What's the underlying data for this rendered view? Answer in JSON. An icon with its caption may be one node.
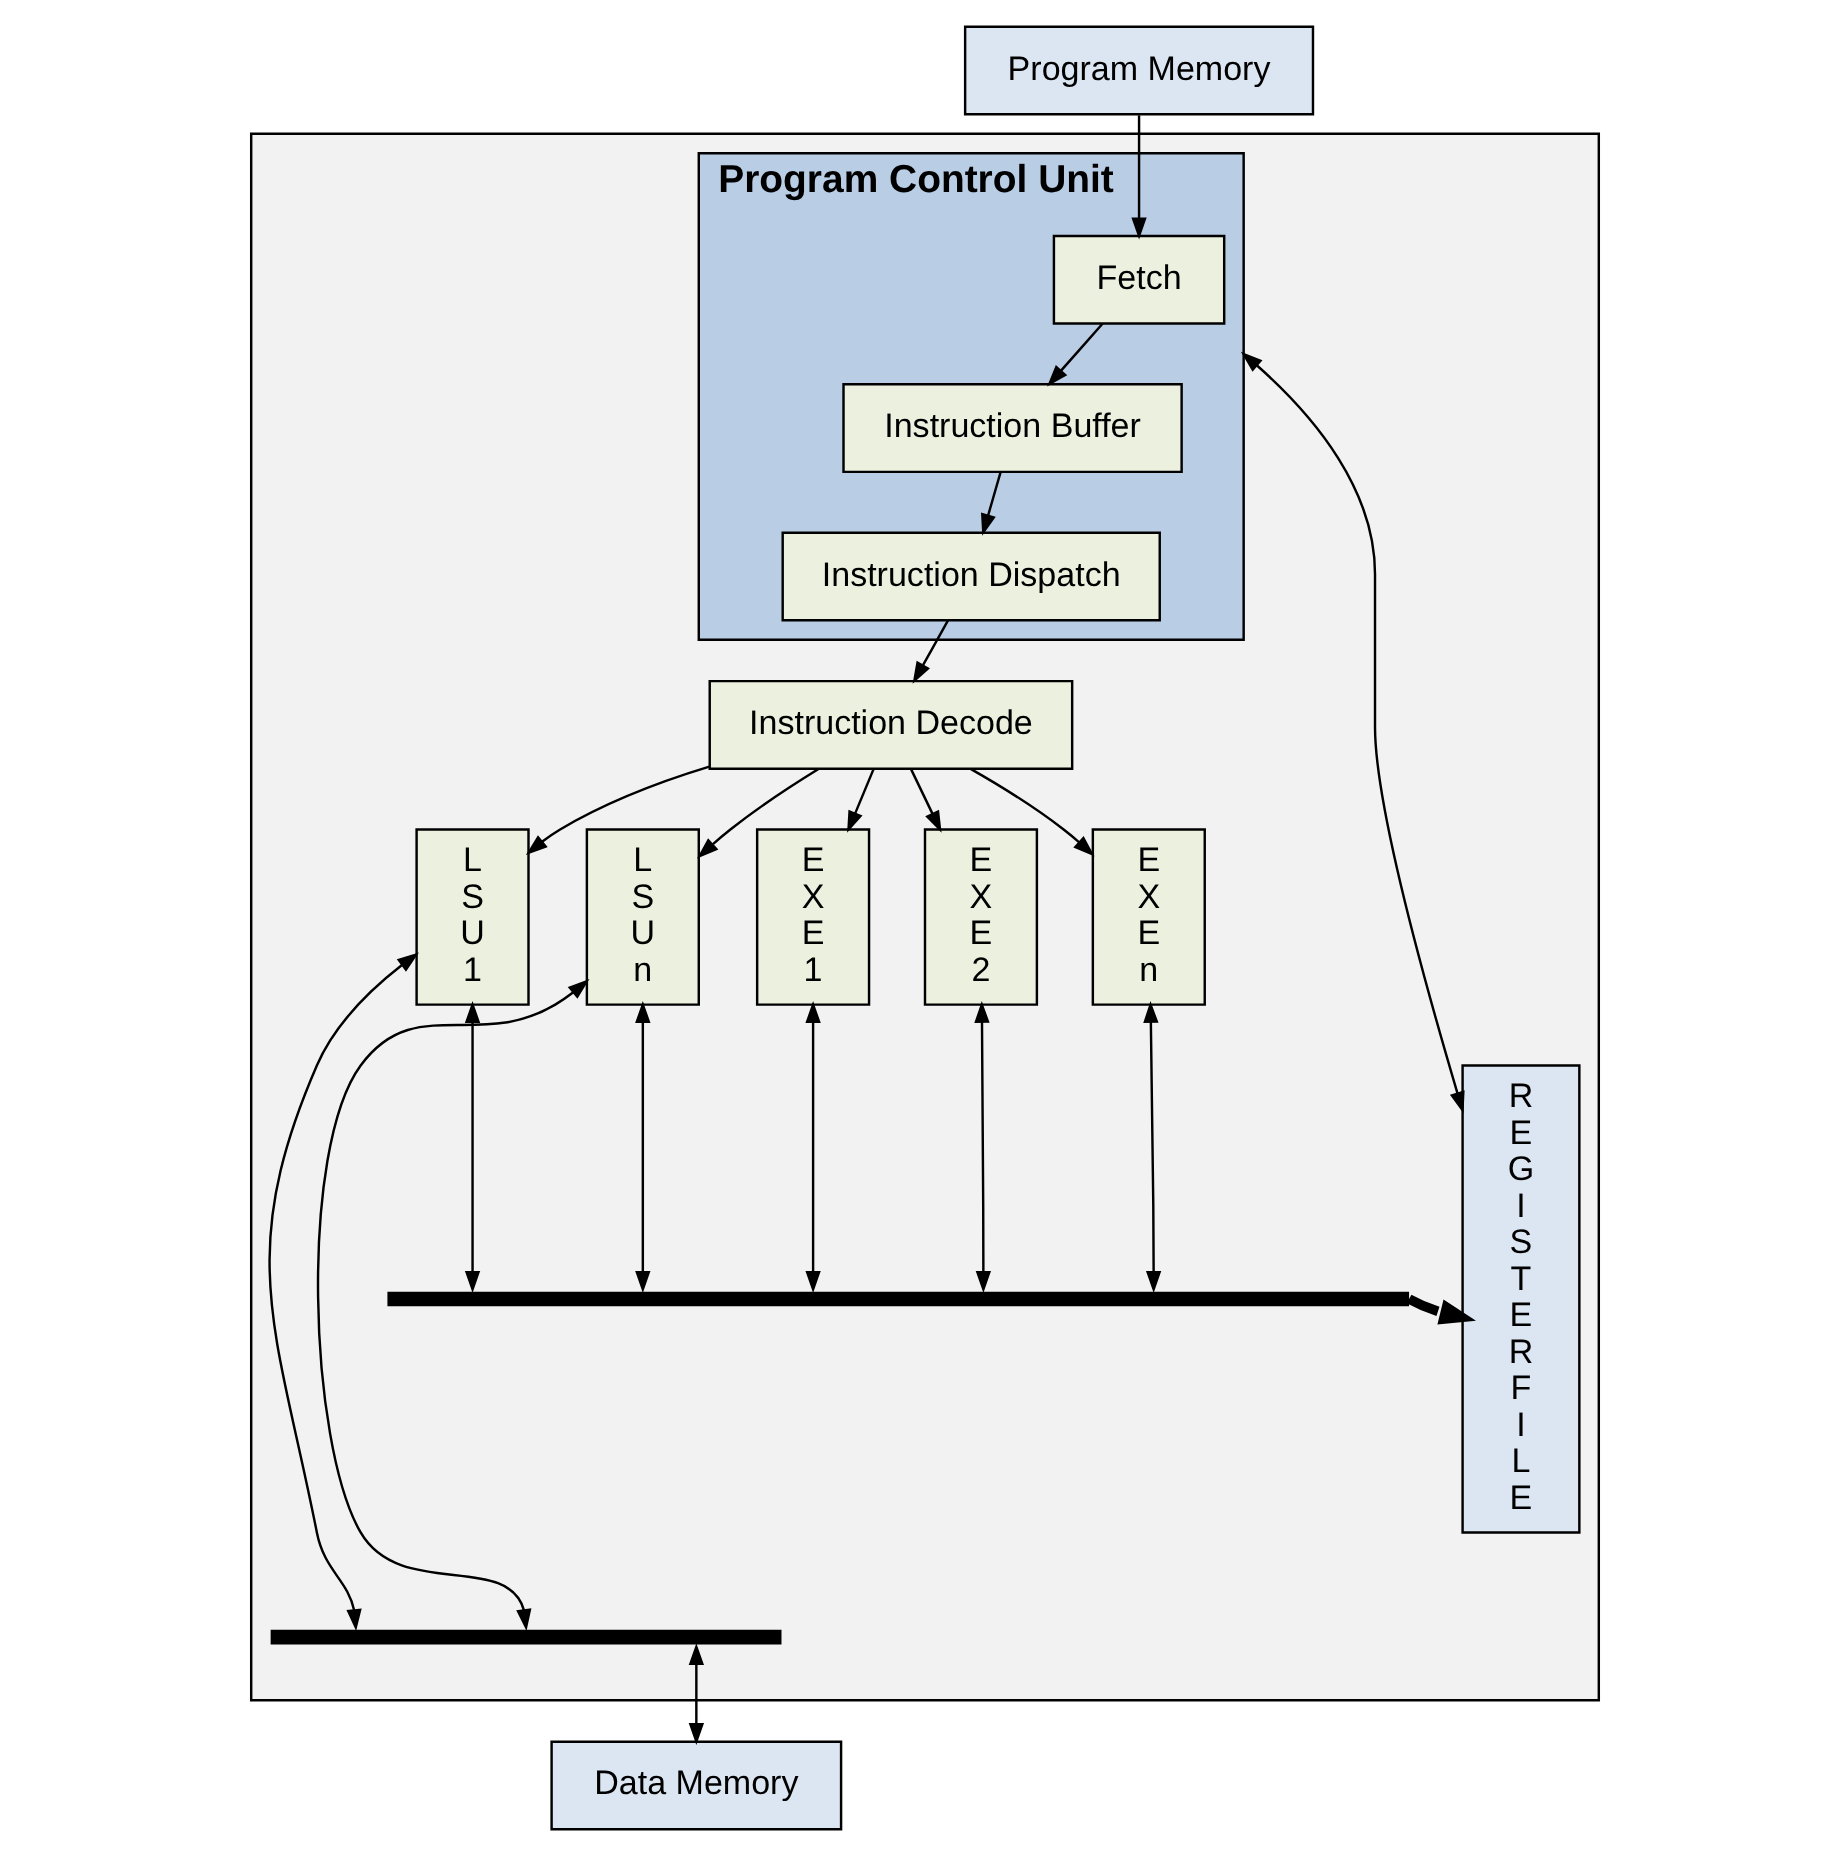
{
  "diagram": {
    "nodes": [
      {
        "text": [
          "Program Memory"
        ]
      },
      {
        "text": [],
        "shape": "box"
      },
      {
        "text": [
          "Program Control Unit"
        ],
        "in": 1
      },
      {
        "text": [
          "Fetch"
        ],
        "in": 2
      },
      {
        "text": [
          "Instruction Buffer"
        ],
        "in": 2
      },
      {
        "text": [
          "Instruction Dispatch"
        ],
        "in": 2
      },
      {
        "text": [
          "Instruction Decode"
        ],
        "in": 1
      },
      {
        "text": [
          "L S U 1"
        ],
        "in": 1
      },
      {
        "text": [
          "L S U n"
        ],
        "in": 1
      },
      {
        "text": [
          "E X E 1"
        ],
        "in": 1
      },
      {
        "text": [
          "E X E 2"
        ],
        "in": 1
      },
      {
        "text": [
          "E X E n"
        ],
        "in": 1
      },
      {
        "text": [
          "R E G I S T E R F I L E"
        ],
        "in": 1
      },
      {
        "text": [],
        "shape": "bar",
        "in": 1
      },
      {
        "text": [],
        "shape": "bar",
        "in": 1
      },
      {
        "text": [
          "Data Memory"
        ]
      }
    ],
    "edges": [
      {
        "from": 0,
        "to": 3,
        "arrow": "to"
      },
      {
        "from": 3,
        "to": 4,
        "arrow": "to"
      },
      {
        "from": 4,
        "to": 5,
        "arrow": "to"
      },
      {
        "from": 5,
        "to": 6,
        "arrow": "to"
      },
      {
        "from": 6,
        "to": 7,
        "arrow": "to"
      },
      {
        "from": 6,
        "to": 8,
        "arrow": "to"
      },
      {
        "from": 6,
        "to": 9,
        "arrow": "to"
      },
      {
        "from": 6,
        "to": 10,
        "arrow": "to"
      },
      {
        "from": 6,
        "to": 11,
        "arrow": "to"
      },
      {
        "from": 2,
        "to": 12,
        "arrow": "both"
      },
      {
        "from": 7,
        "to": 13,
        "arrow": "both"
      },
      {
        "from": 7,
        "to": 14,
        "arrow": "both"
      },
      {
        "from": 8,
        "to": 13,
        "arrow": "both"
      },
      {
        "from": 8,
        "to": 14,
        "arrow": "both"
      },
      {
        "from": 9,
        "to": 13,
        "arrow": "both"
      },
      {
        "from": 10,
        "to": 13,
        "arrow": "both"
      },
      {
        "from": 11,
        "to": 13,
        "arrow": "both"
      },
      {
        "from": 13,
        "to": 12,
        "arrow": "to",
        "style": "thick"
      },
      {
        "from": 14,
        "to": 15,
        "arrow": "both"
      }
    ]
  }
}
